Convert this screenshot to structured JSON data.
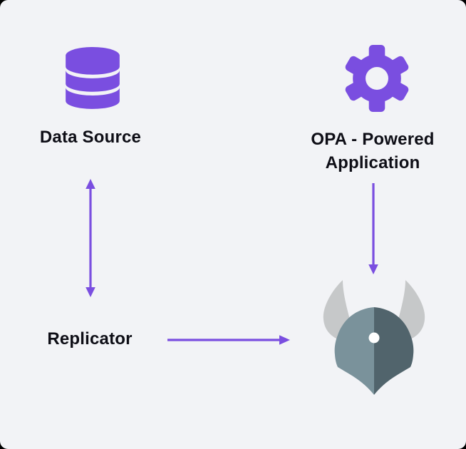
{
  "diagram": {
    "title": "",
    "nodes": {
      "data_source": {
        "label": "Data Source",
        "icon": "database-icon"
      },
      "opa_app": {
        "line1": "OPA - Powered",
        "line2": "Application",
        "icon": "gear-icon"
      },
      "replicator": {
        "label": "Replicator"
      },
      "opa": {
        "icon": "opa-helmet-logo-icon"
      }
    },
    "edges": [
      {
        "from": "data_source",
        "to": "replicator",
        "direction": "bidirectional",
        "orientation": "vertical"
      },
      {
        "from": "replicator",
        "to": "opa",
        "direction": "forward",
        "orientation": "horizontal"
      },
      {
        "from": "opa_app",
        "to": "opa",
        "direction": "forward",
        "orientation": "vertical"
      }
    ]
  },
  "colors": {
    "outer_bg": "#000000",
    "panel_bg": "#F2F3F6",
    "accent": "#7A4EE0",
    "arrow": "#7A4EE0",
    "text": "#0E0E16",
    "helmet_light": "#7A929B",
    "helmet_dark": "#51646C",
    "horn": "#C6C8C9",
    "helmet_dot": "#FFFFFF"
  }
}
